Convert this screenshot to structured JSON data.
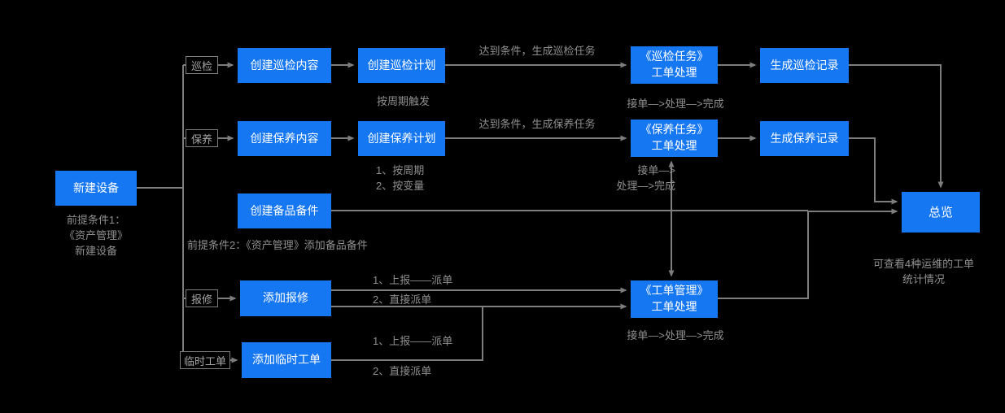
{
  "colors": {
    "background": "#000000",
    "node_blue": "#1677F2",
    "line_gray": "#7d7d7d",
    "annotation_gray": "#8f8f8f",
    "node_text": "#ffffff"
  },
  "nodes": {
    "new_device": "新建设备",
    "insp_content": "创建巡检内容",
    "insp_plan": "创建巡检计划",
    "insp_task": "《巡检任务》\n工单处理",
    "insp_record": "生成巡检记录",
    "maint_content": "创建保养内容",
    "maint_plan": "创建保养计划",
    "maint_task": "《保养任务》\n工单处理",
    "maint_record": "生成保养记录",
    "spare_parts": "创建备品备件",
    "add_repair": "添加报修",
    "wo_mgmt": "《工单管理》\n工单处理",
    "add_temp": "添加临时工单",
    "overview": "总览"
  },
  "branch_tags": {
    "inspection": "巡检",
    "maintenance": "保养",
    "repair": "报修",
    "temp_work_order": "临时工单"
  },
  "edge_labels": {
    "insp_condition": "达到条件，生成巡检任务",
    "maint_condition": "达到条件，生成保养任务",
    "repair_opt1": "1、上报——派单",
    "repair_opt2": "2、直接派单",
    "temp_opt1": "1、上报——派单",
    "temp_opt2": "2、直接派单"
  },
  "annotations": {
    "insp_trigger": "按周期触发",
    "maint_trigger": "1、按周期\n2、按变量",
    "insp_process": "接单—>处理—>完成",
    "maint_process": "接单—>\n处理—>完成",
    "wo_process": "接单—>处理—>完成",
    "precondition1": "前提条件1：\n《资产管理》\n新建设备",
    "precondition2": "前提条件2：《资产管理》添加备品备件",
    "overview_note": "可查看4种运维的工单\n统计情况"
  }
}
